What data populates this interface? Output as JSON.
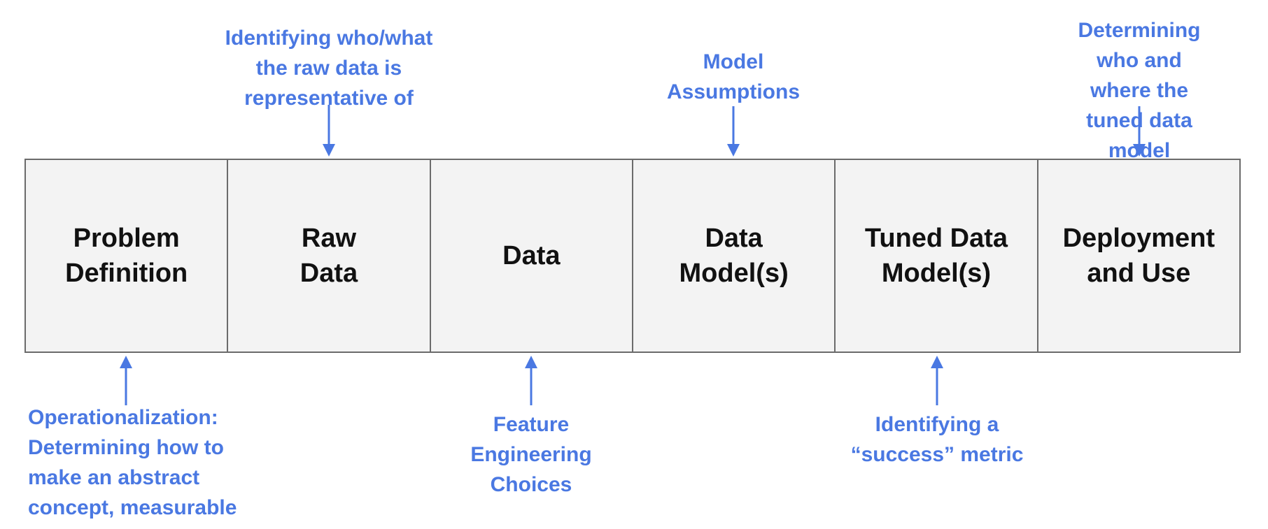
{
  "stages": [
    {
      "label": "Problem\nDefinition"
    },
    {
      "label": "Raw\nData"
    },
    {
      "label": "Data"
    },
    {
      "label": "Data\nModel(s)"
    },
    {
      "label": "Tuned Data\nModel(s)"
    },
    {
      "label": "Deployment\nand Use"
    }
  ],
  "annotations": {
    "top": [
      {
        "stage": "Raw\nData",
        "text": "Identifying who/what\nthe raw data is\nrepresentative of"
      },
      {
        "stage": "Data\nModel(s)",
        "text": "Model\nAssumptions"
      },
      {
        "stage": "Deployment\nand Use",
        "text": "Determining who and\nwhere the tuned data\nmodel should be used"
      }
    ],
    "bottom": [
      {
        "stage": "Problem\nDefinition",
        "text": "Operationalization:\nDetermining how to\nmake an abstract\nconcept, measurable"
      },
      {
        "stage": "Data",
        "text": "Feature\nEngineering\nChoices"
      },
      {
        "stage": "Tuned Data\nModel(s)",
        "text": "Identifying a\n“success” metric"
      }
    ]
  },
  "colors": {
    "annotation": "#4a78e2",
    "box_fill": "#f3f3f3",
    "box_border": "#6b6b6b",
    "stage_text": "#111111"
  }
}
